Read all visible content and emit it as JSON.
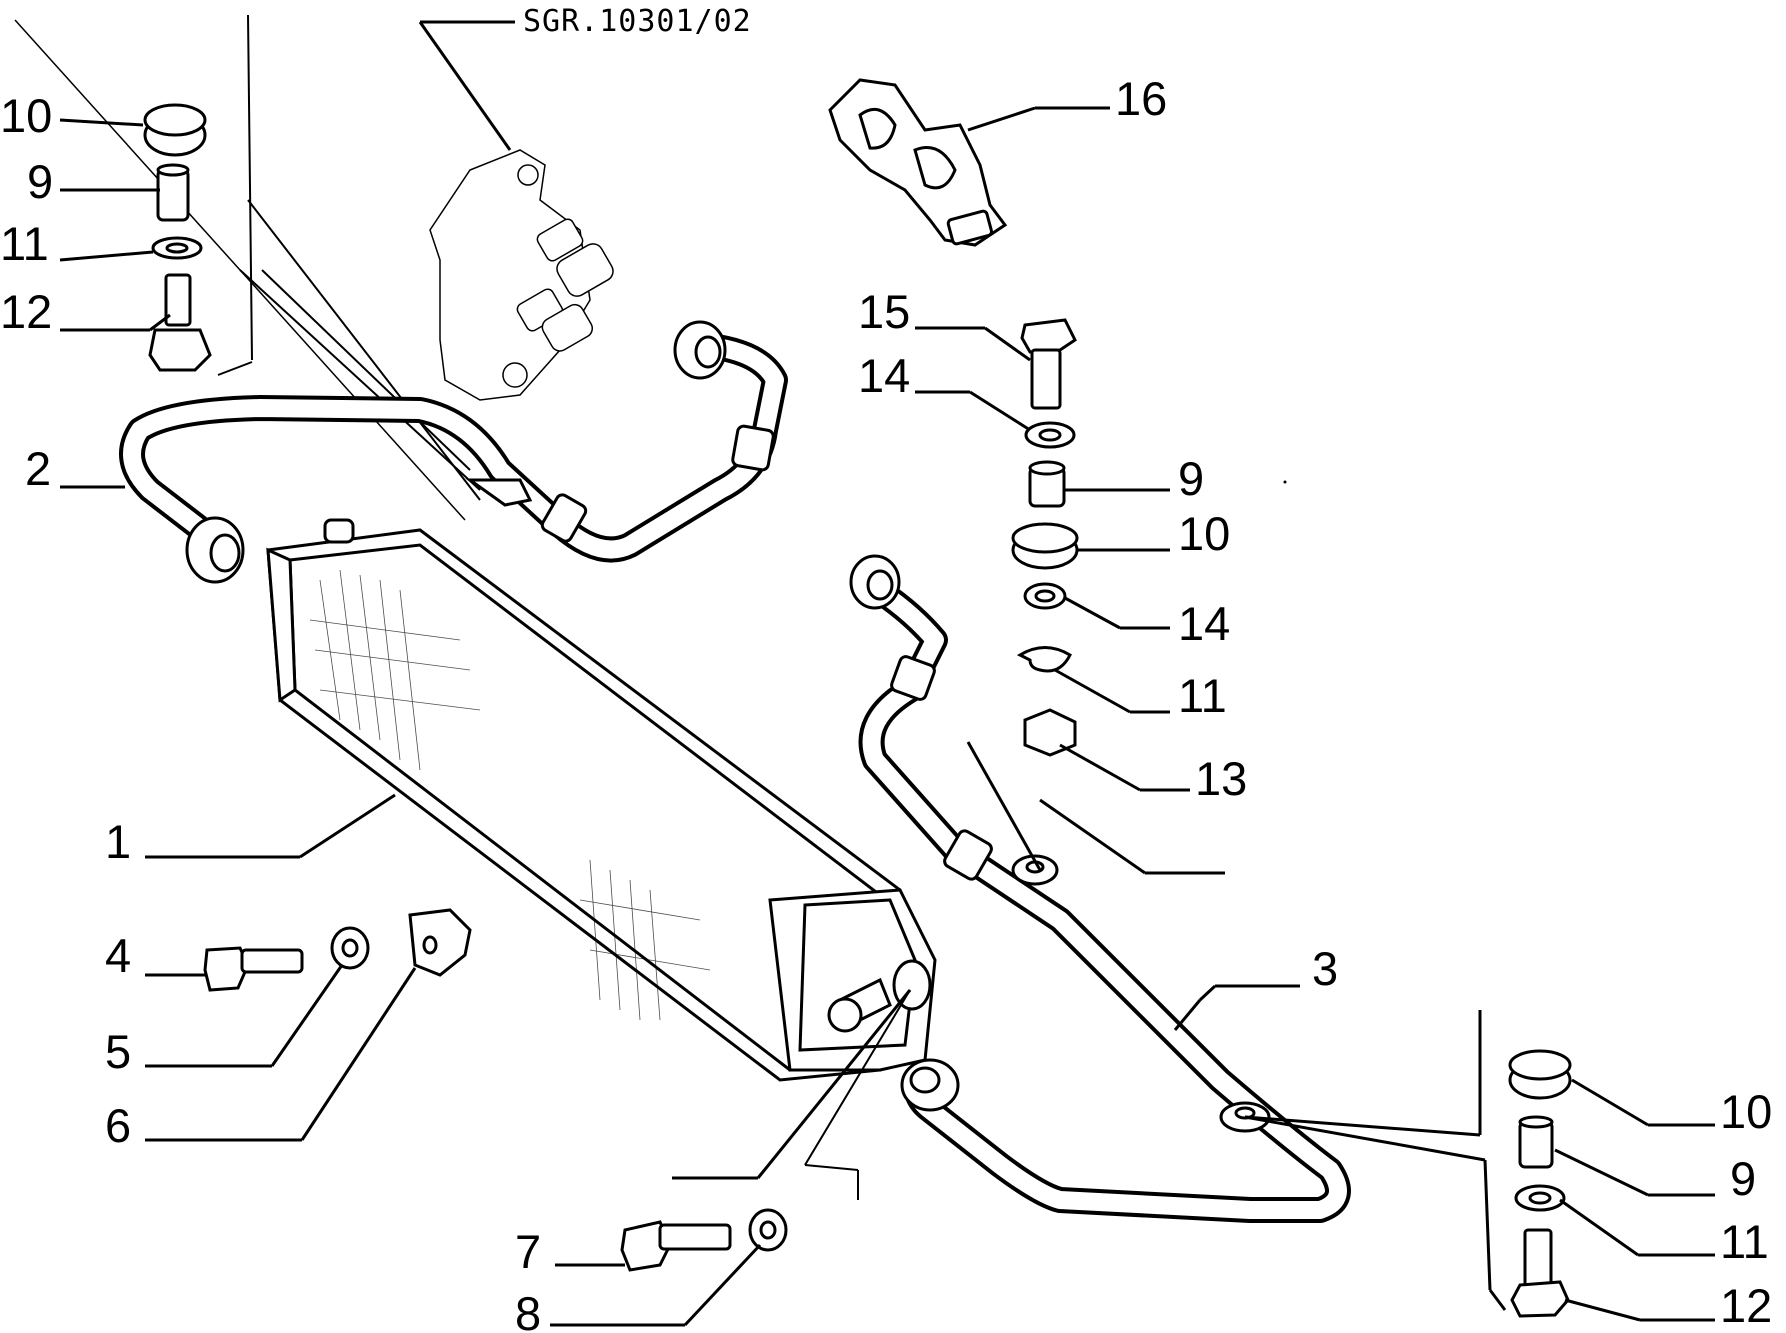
{
  "reference": "SGR.10301/02",
  "callouts": {
    "c1": "1",
    "c2": "2",
    "c3": "3",
    "c4": "4",
    "c5": "5",
    "c6": "6",
    "c7": "7",
    "c8": "8",
    "c9a": "9",
    "c10a": "10",
    "c11a": "11",
    "c12a": "12",
    "c15": "15",
    "c14a": "14",
    "c9b": "9",
    "c10b": "10",
    "c14b": "14",
    "c11b": "11",
    "c13": "13",
    "c16": "16",
    "c10c": "10",
    "c9c": "9",
    "c11c": "11",
    "c12c": "12"
  }
}
